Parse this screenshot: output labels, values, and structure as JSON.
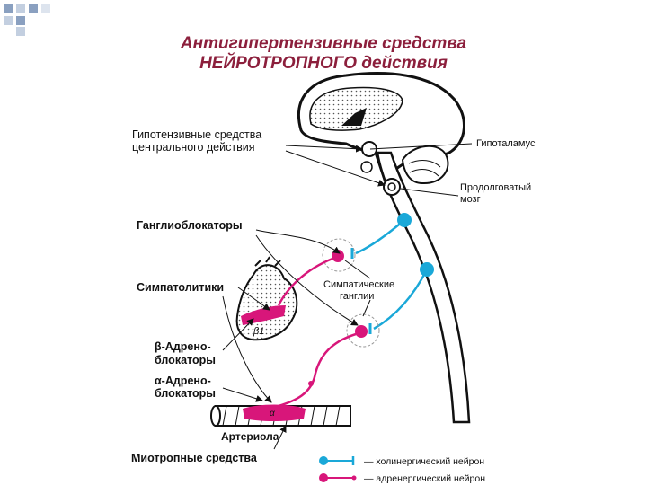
{
  "title": {
    "line1": "Антигипертензивные средства",
    "line2": "НЕЙРОТРОПНОГО действия"
  },
  "labels": {
    "central": [
      "Гипотензивные средства",
      "центрального действия"
    ],
    "hypothalamus": "Гипоталамус",
    "medulla": [
      "Продолговатый",
      "мозг"
    ],
    "ganglioblockers": "Ганглиоблокаторы",
    "sympatholytics": "Симпатолитики",
    "sympathetic_ganglia": [
      "Симпатические",
      "ганглии"
    ],
    "beta_blockers": [
      "β-Адрено-",
      "блокаторы"
    ],
    "alpha_blockers": [
      "α-Адрено-",
      "блокаторы"
    ],
    "arteriole": "Артериола",
    "myotropic": "Миотропные средства",
    "beta1": "β1",
    "alpha": "α"
  },
  "legend": [
    {
      "text": "— холинергический нейрон",
      "color": "#1aa8d8"
    },
    {
      "text": "— адренергический нейрон",
      "color": "#d8167a"
    }
  ],
  "colors": {
    "title": "#8c1f3c",
    "cholinergic": "#1aa8d8",
    "adrenergic": "#d8167a"
  }
}
